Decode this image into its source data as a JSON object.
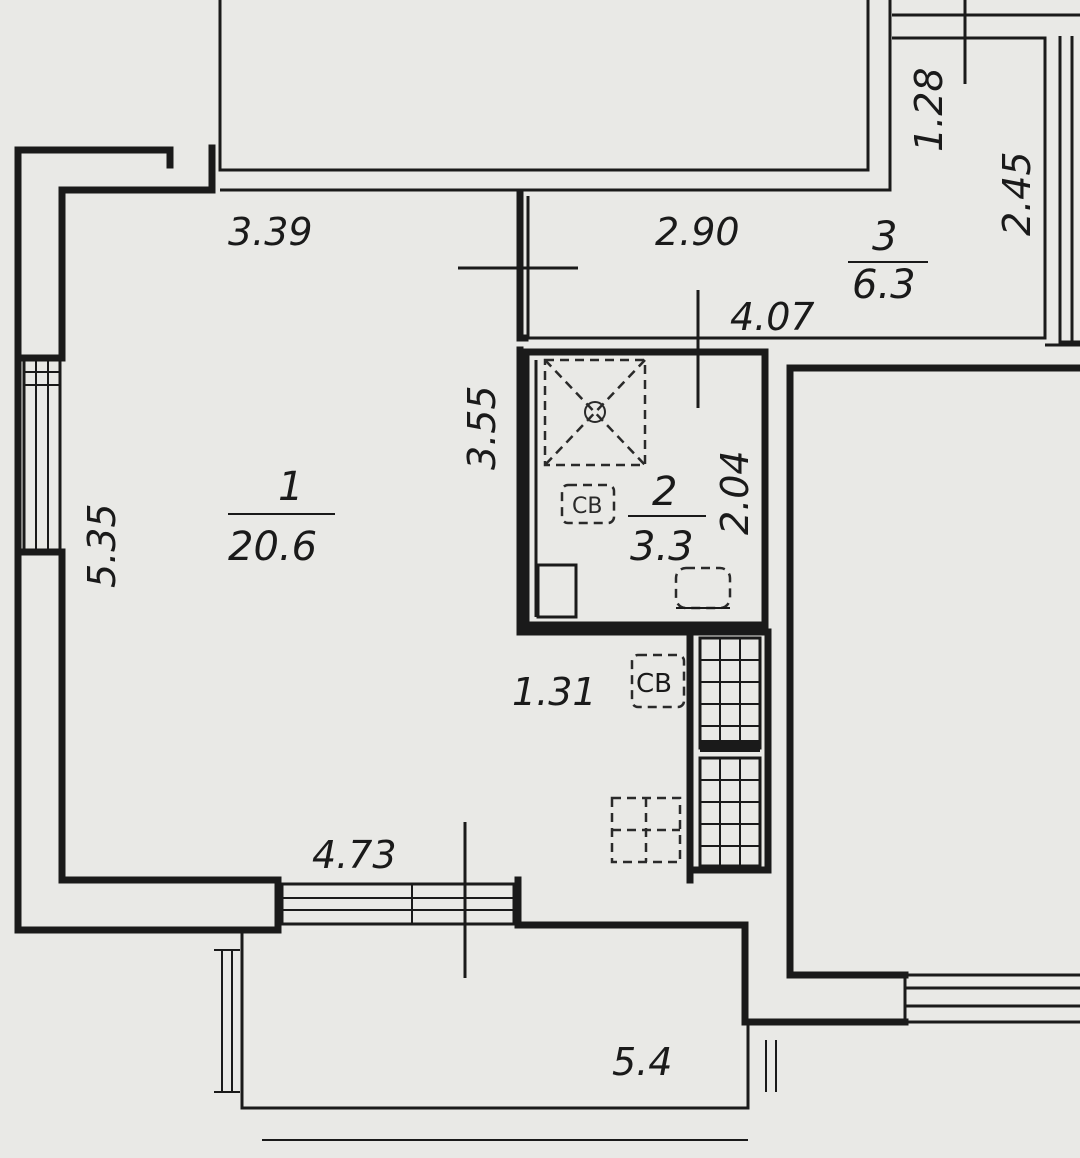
{
  "rooms": [
    {
      "number": "1",
      "area": "20.6"
    },
    {
      "number": "2",
      "area": "3.3"
    },
    {
      "number": "3",
      "area": "6.3"
    }
  ],
  "dimensions": {
    "room1_top": "3.39",
    "room1_side": "5.35",
    "room1_bottom": "4.73",
    "partition": "3.55",
    "kitchen_gap": "1.31",
    "corridor_width": "2.90",
    "corridor_length": "4.07",
    "corridor_depth_a": "1.28",
    "corridor_depth_b": "2.45",
    "bath_side": "2.04"
  },
  "balcony_area": "5.4",
  "fixture_labels": {
    "washer": "СВ",
    "kitchen_washer": "СВ"
  }
}
